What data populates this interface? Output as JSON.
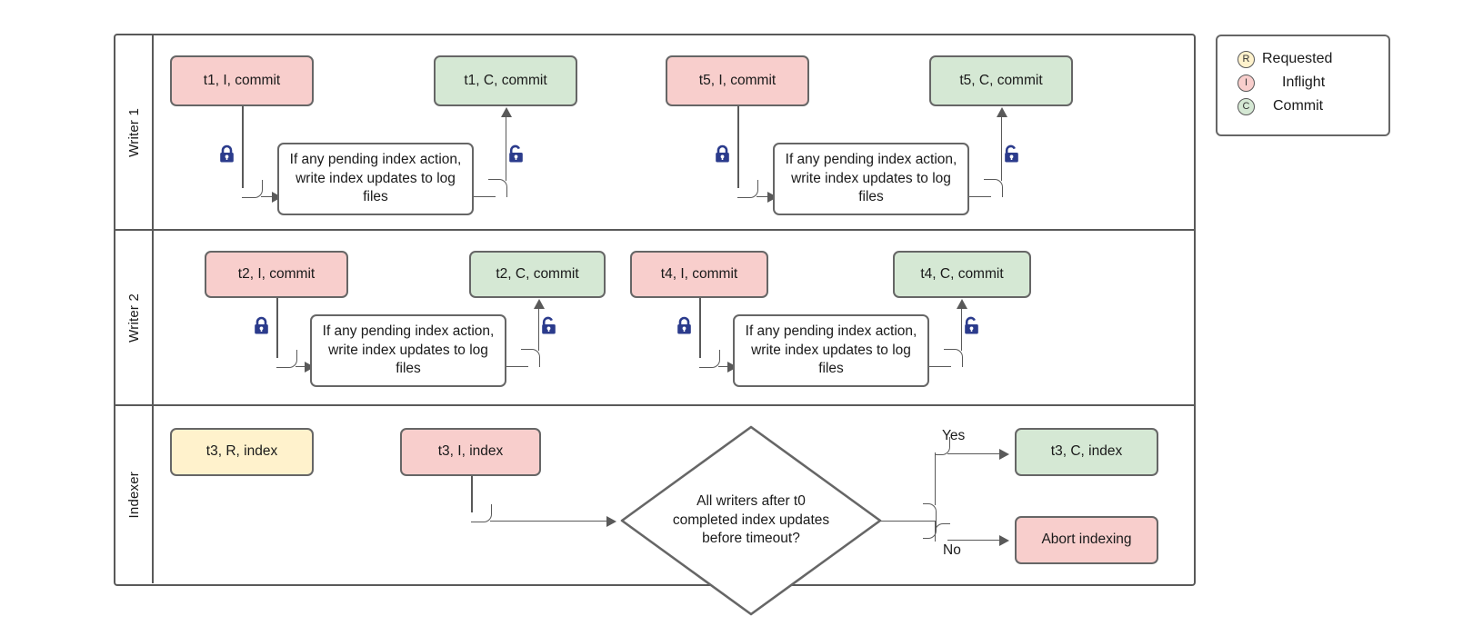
{
  "diagram": {
    "title": "Indexing coordination swimlane",
    "colors": {
      "inflight": "#f8cecc",
      "commit": "#d5e8d4",
      "requested": "#fff2cc",
      "stroke": "#666666",
      "lane_stroke": "#595959",
      "lock": "#2b3b8c"
    }
  },
  "lanes": [
    {
      "label": "Writer 1"
    },
    {
      "label": "Writer 2"
    },
    {
      "label": "Indexer"
    }
  ],
  "writer1": {
    "t1_inflight": "t1, I, commit",
    "t1_commit": "t1, C, commit",
    "t1_process": "If any pending index action, write index updates to log files",
    "t5_inflight": "t5, I, commit",
    "t5_commit": "t5, C, commit",
    "t5_process": "If any pending index action, write index updates to log files",
    "lock_closed_1": "lock-closed",
    "lock_open_1": "lock-open",
    "lock_closed_2": "lock-closed",
    "lock_open_2": "lock-open"
  },
  "writer2": {
    "t2_inflight": "t2, I, commit",
    "t2_commit": "t2, C, commit",
    "t2_process": "If any pending index action, write index updates to log files",
    "t4_inflight": "t4, I, commit",
    "t4_commit": "t4, C, commit",
    "t4_process": "If any pending index action, write index updates to log files",
    "lock_closed_1": "lock-closed",
    "lock_open_1": "lock-open",
    "lock_closed_2": "lock-closed",
    "lock_open_2": "lock-open"
  },
  "indexer": {
    "t3_requested": "t3, R, index",
    "t3_inflight": "t3, I, index",
    "decision": "All writers after t0 completed index updates before timeout?",
    "yes_label": "Yes",
    "no_label": "No",
    "t3_commit": "t3, C, index",
    "abort": "Abort indexing"
  },
  "legend": {
    "items": [
      {
        "badge": "R",
        "label": "Requested",
        "color": "#fff2cc"
      },
      {
        "badge": "I",
        "label": "Inflight",
        "color": "#f8cecc"
      },
      {
        "badge": "C",
        "label": "Commit",
        "color": "#d5e8d4"
      }
    ]
  }
}
